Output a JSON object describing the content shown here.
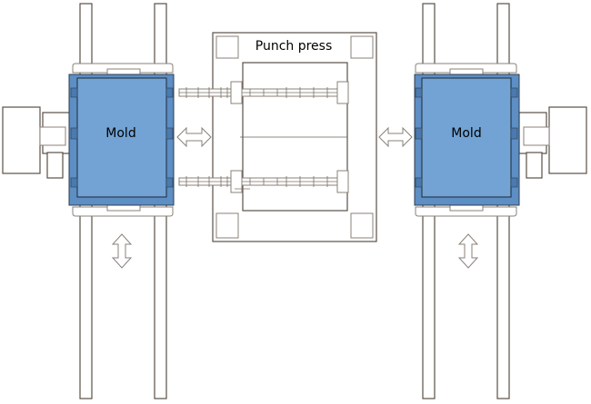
{
  "diagram": {
    "press": {
      "label": "Punch press"
    },
    "molds": [
      {
        "id": "left",
        "label": "Mold"
      },
      {
        "id": "right",
        "label": "Mold"
      }
    ],
    "colors": {
      "mold_fill": "#72a3d4",
      "mold_outer": "#5d8ec4",
      "line": "#5a4f47",
      "background": "#ffffff"
    },
    "arrows": [
      {
        "id": "left-horizontal",
        "direction": "horizontal"
      },
      {
        "id": "right-horizontal",
        "direction": "horizontal"
      },
      {
        "id": "left-vertical",
        "direction": "vertical"
      },
      {
        "id": "right-vertical",
        "direction": "vertical"
      }
    ]
  }
}
